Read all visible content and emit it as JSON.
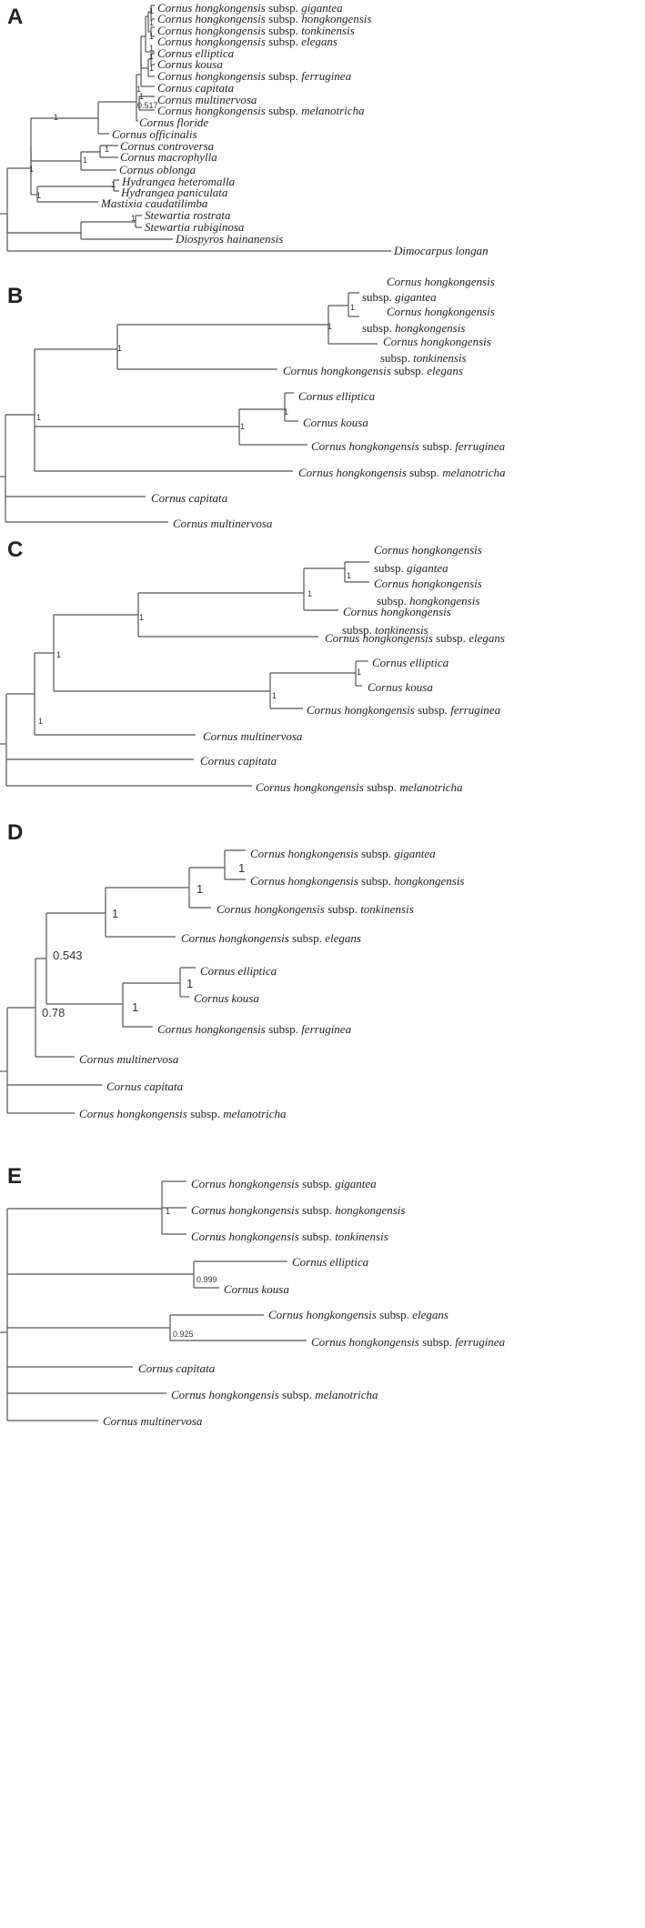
{
  "panels": [
    {
      "letter": "A",
      "taxa": [
        {
          "g": "Cornus hongkongensis",
          "r": "subsp.",
          "e": "gigantea"
        },
        {
          "g": "Cornus hongkongensis",
          "r": "subsp.",
          "e": "hongkongensis"
        },
        {
          "g": "Cornus hongkongensis",
          "r": "subsp.",
          "e": "tonkinensis"
        },
        {
          "g": "Cornus hongkongensis",
          "r": "subsp.",
          "e": "elegans"
        },
        {
          "g": "Cornus elliptica"
        },
        {
          "g": "Cornus kousa"
        },
        {
          "g": "Cornus hongkongensis",
          "r": "subsp.",
          "e": "ferruginea"
        },
        {
          "g": "Cornus capitata"
        },
        {
          "g": "Cornus multinervosa"
        },
        {
          "g": "Cornus hongkongensis",
          "r": "subsp.",
          "e": "melanotricha"
        },
        {
          "g": "Cornus floride"
        },
        {
          "g": "Cornus officinalis"
        },
        {
          "g": "Cornus controversa"
        },
        {
          "g": "Cornus macrophylla"
        },
        {
          "g": "Cornus oblonga"
        },
        {
          "g": "Hydrangea heteromalla"
        },
        {
          "g": "Hydrangea paniculata"
        },
        {
          "g": "Mastixia caudatilimba"
        },
        {
          "g": "Stewartia rostrata"
        },
        {
          "g": "Stewartia rubiginosa"
        },
        {
          "g": "Diospyros hainanensis"
        },
        {
          "g": "Dimocarpus longan"
        }
      ],
      "supports": [
        "1",
        "1",
        "1",
        "1",
        "1",
        "1",
        "1",
        "0.517",
        "1",
        "1",
        "1",
        "1",
        "1",
        "1",
        "1",
        "1"
      ]
    },
    {
      "letter": "B",
      "taxa": [
        {
          "g": "Cornus hongkongensis"
        },
        {
          "r": "subsp.",
          "e": "gigantea"
        },
        {
          "g": "Cornus hongkongensis"
        },
        {
          "r": "subsp.",
          "e": "hongkongensis"
        },
        {
          "g": "Cornus hongkongensis"
        },
        {
          "r": "subsp.",
          "e": "tonkinensis"
        },
        {
          "g": "Cornus hongkongensis",
          "r": "subsp.",
          "e": "elegans"
        },
        {
          "g": "Cornus elliptica"
        },
        {
          "g": "Cornus kousa"
        },
        {
          "g": "Cornus hongkongensis",
          "r": "subsp.",
          "e": "ferruginea"
        },
        {
          "g": "Cornus hongkongensis",
          "r": "subsp.",
          "e": "melanotricha"
        },
        {
          "g": "Cornus capitata"
        },
        {
          "g": "Cornus multinervosa"
        }
      ],
      "supports": [
        "1",
        "1",
        "1",
        "1",
        "1",
        "1"
      ]
    },
    {
      "letter": "C",
      "taxa": [
        {
          "g": "Cornus hongkongensis"
        },
        {
          "r": "subsp.",
          "e": "gigantea"
        },
        {
          "g": "Cornus hongkongensis"
        },
        {
          "r": "subsp.",
          "e": "hongkongensis"
        },
        {
          "g": "Cornus hongkongensis"
        },
        {
          "r": "subsp.",
          "e": "tonkinensis"
        },
        {
          "g": "Cornus hongkongensis",
          "r": "subsp.",
          "e": "elegans"
        },
        {
          "g": "Cornus elliptica"
        },
        {
          "g": "Cornus kousa"
        },
        {
          "g": "Cornus hongkongensis",
          "r": "subsp.",
          "e": "ferruginea"
        },
        {
          "g": "Cornus multinervosa"
        },
        {
          "g": "Cornus capitata"
        },
        {
          "g": "Cornus hongkongensis",
          "r": "subsp.",
          "e": "melanotricha"
        }
      ],
      "supports": [
        "1",
        "1",
        "1",
        "1",
        "1",
        "1",
        "1"
      ]
    },
    {
      "letter": "D",
      "taxa": [
        {
          "g": "Cornus hongkongensis",
          "r": "subsp.",
          "e": "gigantea"
        },
        {
          "g": "Cornus hongkongensis",
          "r": "subsp.",
          "e": "hongkongensis"
        },
        {
          "g": "Cornus hongkongensis",
          "r": "subsp.",
          "e": "tonkinensis"
        },
        {
          "g": "Cornus hongkongensis",
          "r": "subsp.",
          "e": "elegans"
        },
        {
          "g": "Cornus elliptica"
        },
        {
          "g": "Cornus kousa"
        },
        {
          "g": "Cornus hongkongensis",
          "r": "subsp.",
          "e": "ferruginea"
        },
        {
          "g": "Cornus multinervosa"
        },
        {
          "g": "Cornus capitata"
        },
        {
          "g": "Cornus hongkongensis",
          "r": "subsp.",
          "e": "melanotricha"
        }
      ],
      "supports": [
        "1",
        "1",
        "1",
        "0.543",
        "1",
        "1",
        "0.78"
      ]
    },
    {
      "letter": "E",
      "taxa": [
        {
          "g": "Cornus hongkongensis",
          "r": "subsp.",
          "e": "gigantea"
        },
        {
          "g": "Cornus hongkongensis",
          "r": "subsp.",
          "e": "hongkongensis"
        },
        {
          "g": "Cornus hongkongensis",
          "r": "subsp.",
          "e": "tonkinensis"
        },
        {
          "g": "Cornus elliptica"
        },
        {
          "g": "Cornus kousa"
        },
        {
          "g": "Cornus hongkongensis",
          "r": "subsp.",
          "e": "elegans"
        },
        {
          "g": "Cornus hongkongensis",
          "r": "subsp.",
          "e": "ferruginea"
        },
        {
          "g": "Cornus capitata"
        },
        {
          "g": "Cornus hongkongensis",
          "r": "subsp.",
          "e": "melanotricha"
        },
        {
          "g": "Cornus multinervosa"
        }
      ],
      "supports": [
        "1",
        "0.999",
        "0.925"
      ]
    }
  ]
}
